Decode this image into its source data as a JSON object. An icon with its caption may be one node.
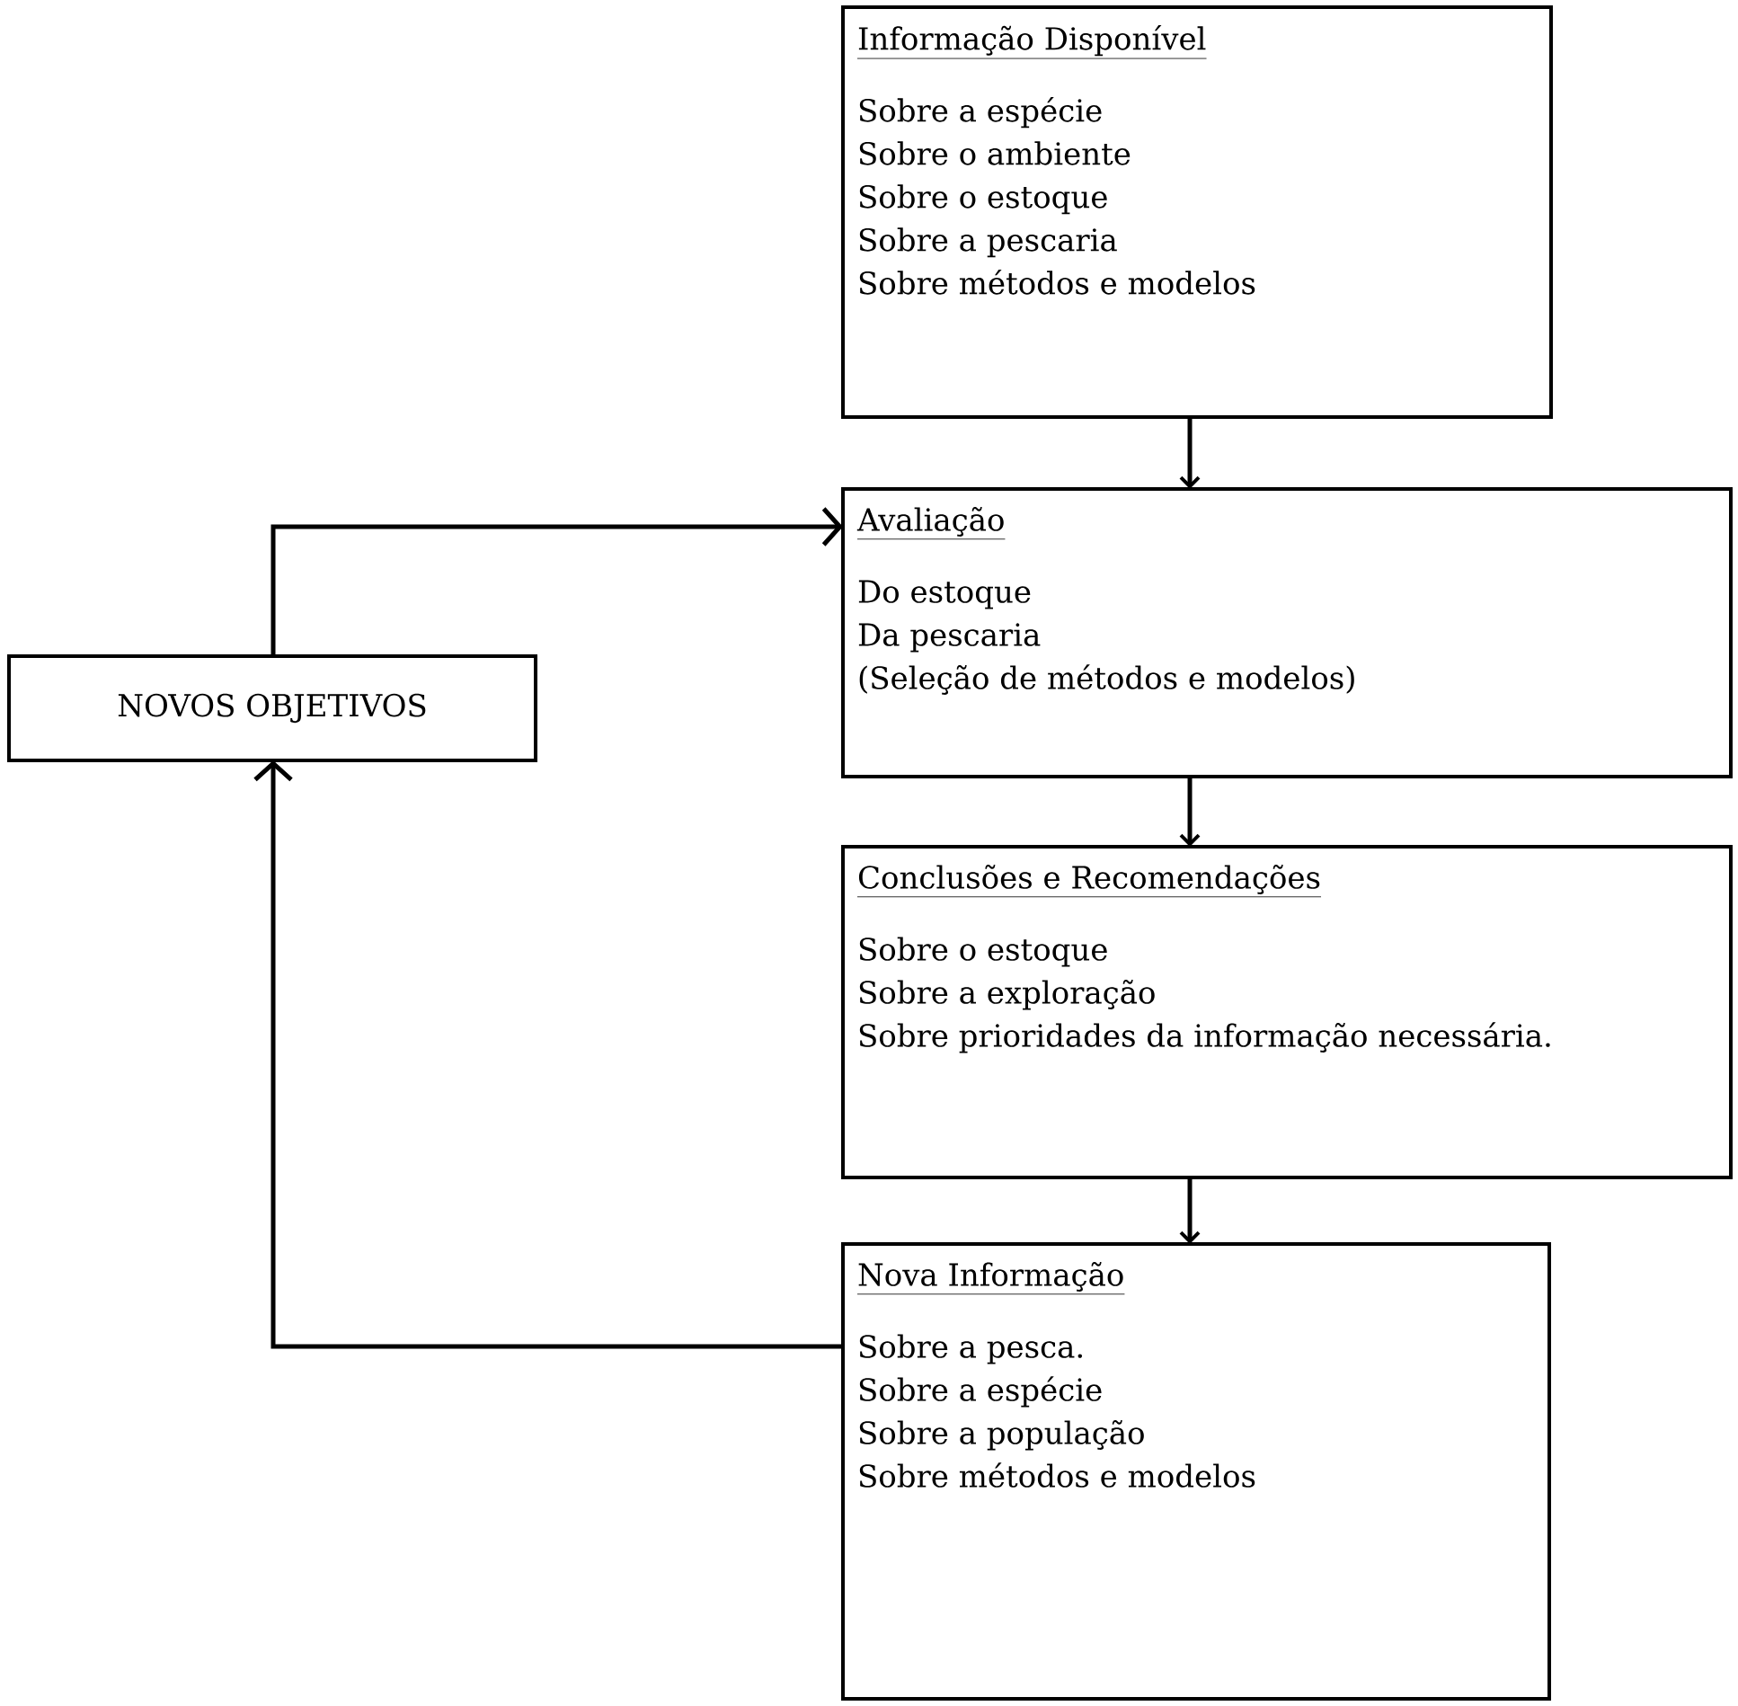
{
  "diagram": {
    "nodes": [
      {
        "text": [
          "Informação Disponível",
          "Sobre a espécie",
          "Sobre o ambiente",
          "Sobre o estoque",
          "Sobre a pescaria",
          "Sobre métodos e modelos"
        ]
      },
      {
        "text": [
          "Avaliação",
          "Do estoque",
          "Da pescaria",
          "(Seleção de métodos e modelos)"
        ]
      },
      {
        "text": [
          "Conclusões e Recomendações",
          "Sobre o estoque",
          "Sobre a exploração",
          "Sobre prioridades da informação necessária."
        ]
      },
      {
        "text": [
          "Nova Informação",
          "Sobre a pesca.",
          "Sobre a espécie",
          "Sobre a população",
          "Sobre métodos e modelos"
        ]
      },
      {
        "text": [
          "NOVOS OBJETIVOS"
        ]
      }
    ],
    "edges": [
      {
        "from": 0,
        "to": 1,
        "arrow": "to"
      },
      {
        "from": 1,
        "to": 2,
        "arrow": "to"
      },
      {
        "from": 2,
        "to": 3,
        "arrow": "to"
      },
      {
        "from": 3,
        "to": 4,
        "arrow": "to"
      },
      {
        "from": 4,
        "to": 1,
        "arrow": "to"
      }
    ]
  }
}
